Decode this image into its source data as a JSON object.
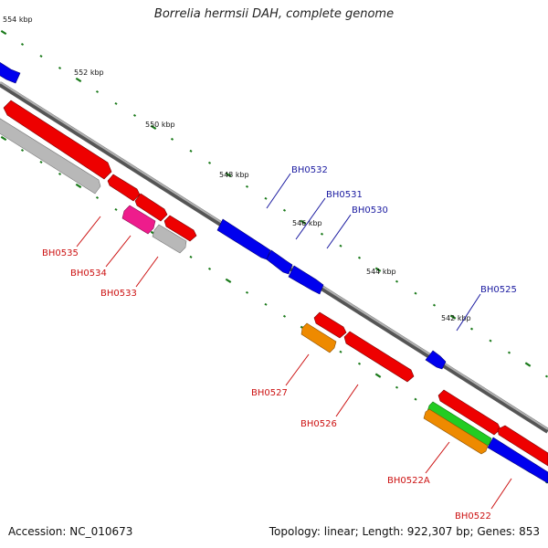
{
  "title": "Borrelia hermsii DAH, complete genome",
  "footer": {
    "accession": "Accession: NC_010673",
    "summary": "Topology: linear; Length: 922,307 bp; Genes: 853"
  },
  "ticks": [
    "554 kbp",
    "552 kbp",
    "550 kbp",
    "548 kbp",
    "546 kbp",
    "544 kbp",
    "542 kbp"
  ],
  "labels": {
    "forward": [
      "BH0532",
      "BH0531",
      "BH0530",
      "BH0525"
    ],
    "reverse": [
      "BH0535",
      "BH0534",
      "BH0533",
      "BH0527",
      "BH0526",
      "BH0522A",
      "BH0522"
    ]
  },
  "colors": {
    "backbone": "#7a7a7a",
    "tick": "#1a7a1a",
    "forward_cds": "#0000ee",
    "reverse_cds": "#ee0000",
    "gene_grey": "#b8b8b8",
    "gene_pink": "#ee1c8c",
    "gene_orange": "#ee8a00",
    "gene_green": "#22cc22",
    "forward_label": "#1a1aa0",
    "reverse_label": "#cc1111"
  }
}
